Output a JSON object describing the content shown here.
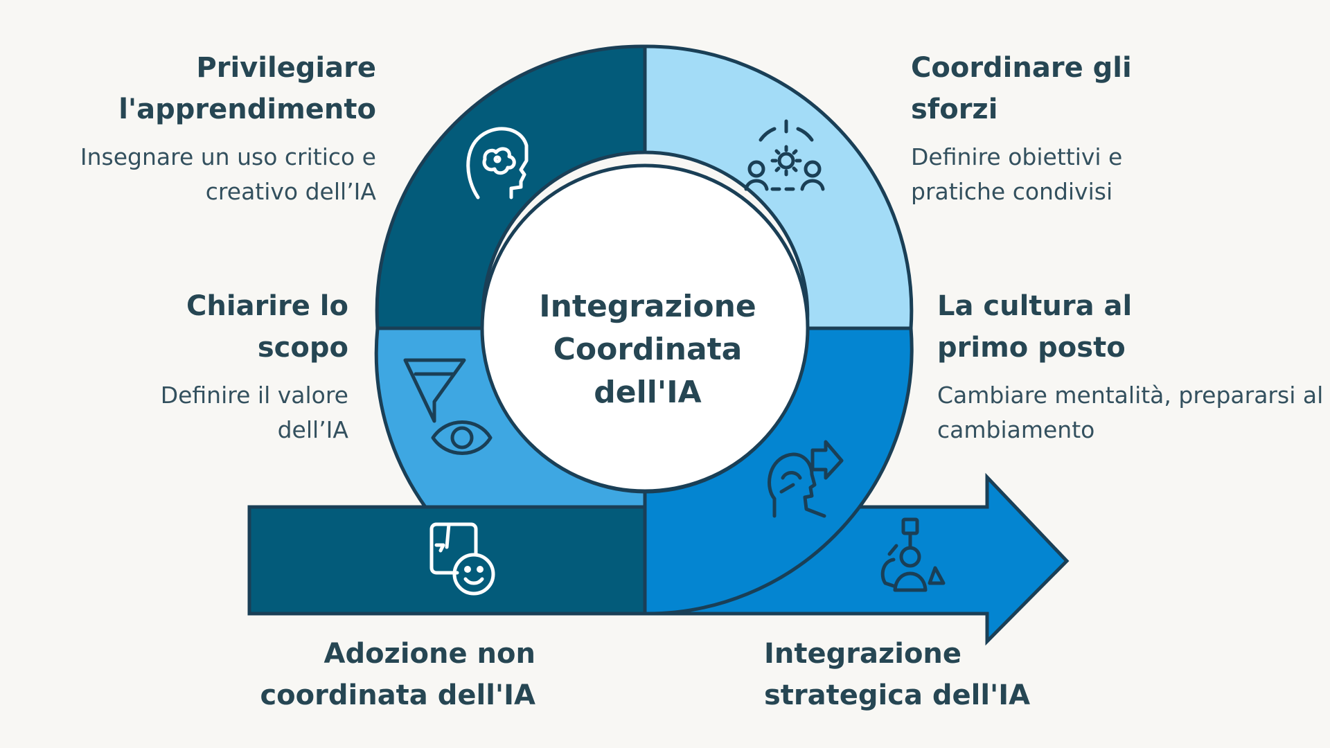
{
  "center": {
    "title": "Integrazione Coordinata dell'IA"
  },
  "segments": [
    {
      "id": "learning",
      "title": "Privilegiare l'apprendimento",
      "description": "Insegnare un uso critico e creativo dell’IA",
      "icon": "brain-head-icon",
      "color": "#035b7a"
    },
    {
      "id": "coordinate",
      "title": "Coordinare gli sforzi",
      "description": "Definire obiettivi e pratiche condivisi",
      "icon": "team-gear-target-icon",
      "color": "#a3dcf7"
    },
    {
      "id": "purpose",
      "title": "Chiarire lo scopo",
      "description": "Definire il valore dell’IA",
      "icon": "funnel-eye-icon",
      "color": "#3ea7e2"
    },
    {
      "id": "culture",
      "title": "La cultura al primo posto",
      "description": "Cambiare mentalità, prepararsi al cambiamento",
      "icon": "head-arrow-icon",
      "color": "#0485d1"
    }
  ],
  "arrow": {
    "left_label": "Adozione non coordinata dell'IA",
    "right_label": "Integrazione strategica dell'IA",
    "left_icon": "chat-smiley-icon",
    "right_icon": "people-network-icon",
    "left_color": "#035b7a",
    "right_color": "#0485d1"
  },
  "outline_color": "#1a3f56"
}
